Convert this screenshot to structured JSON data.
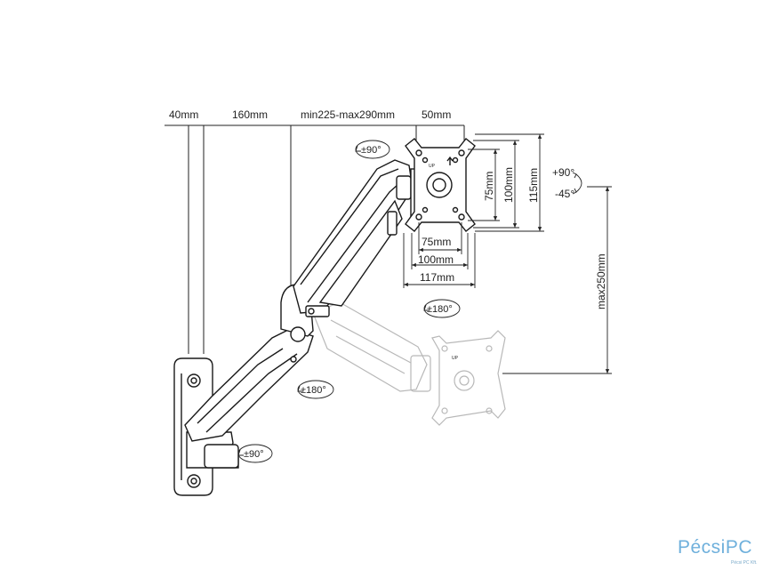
{
  "dimensions": {
    "wall_plate_depth": "40mm",
    "arm_first_segment": "160mm",
    "arm_second_segment": "min225-max290mm",
    "head_depth": "50mm",
    "vesa_75_horizontal": "75mm",
    "vesa_100_horizontal": "100mm",
    "plate_width": "117mm",
    "vesa_75_vertical": "75mm",
    "vesa_100_vertical": "100mm",
    "plate_height": "115mm",
    "height_adjustment": "max250mm"
  },
  "rotations": {
    "head_swivel": "±90°",
    "tilt_up": "+90°",
    "tilt_down": "-45°",
    "rotation_center": "±180°",
    "rotation_middle": "±180°",
    "wall_swivel": "±90°"
  },
  "plate_marking": "UP",
  "brand": {
    "name": "PécsiPC",
    "subtitle": "Pécsi PC Kft."
  },
  "colors": {
    "line": "#1a1a1a",
    "ghost": "#b8b8b8",
    "brand": "#6fb0dc"
  }
}
